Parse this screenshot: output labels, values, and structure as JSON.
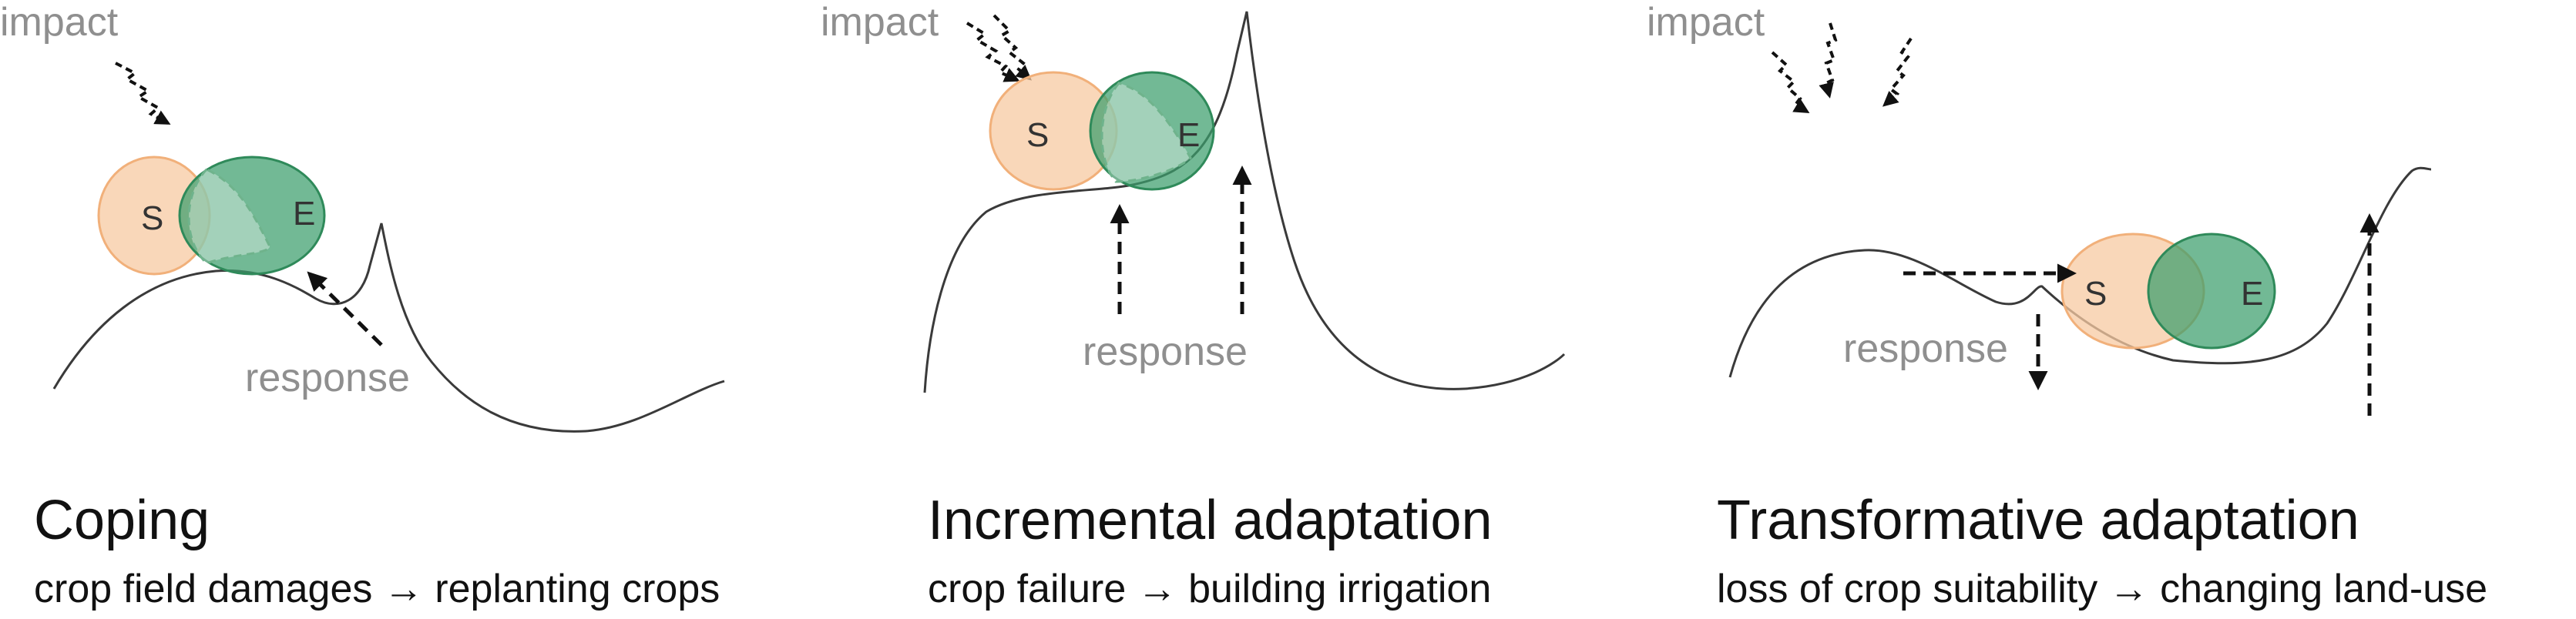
{
  "panels": [
    {
      "impact_label": "impact",
      "response_label": "response",
      "s_label": "S",
      "e_label": "E",
      "title": "Coping",
      "subtitle": "crop field damages → replanting crops"
    },
    {
      "impact_label": "impact",
      "response_label": "response",
      "s_label": "S",
      "e_label": "E",
      "title": "Incremental adaptation",
      "subtitle": "crop failure → building irrigation"
    },
    {
      "impact_label": "impact",
      "response_label": "response",
      "s_label": "S",
      "e_label": "E",
      "title": "Transformative adaptation",
      "subtitle": "loss of crop suitability → changing land-use"
    }
  ],
  "colors": {
    "social_circle": "#f7c9a2",
    "ecological_circle": "#3c9e6c",
    "label_grey": "#8f8f8f",
    "arrow": "#111111"
  }
}
